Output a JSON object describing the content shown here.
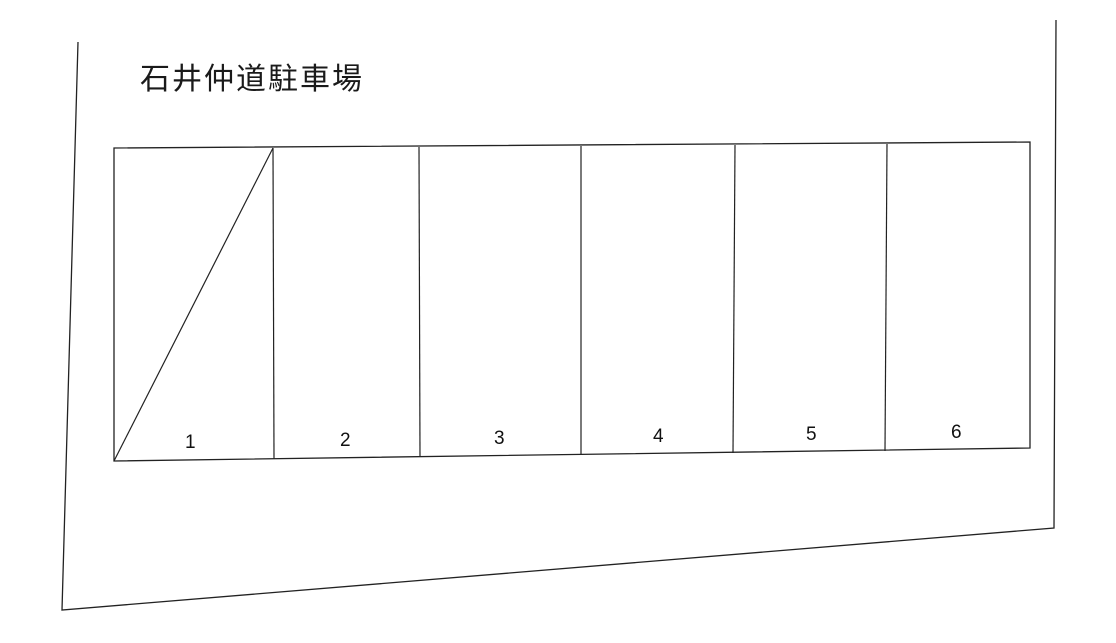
{
  "title": "石井仲道駐車場",
  "spaces": [
    {
      "label": "1"
    },
    {
      "label": "2"
    },
    {
      "label": "3"
    },
    {
      "label": "4"
    },
    {
      "label": "5"
    },
    {
      "label": "6"
    }
  ]
}
